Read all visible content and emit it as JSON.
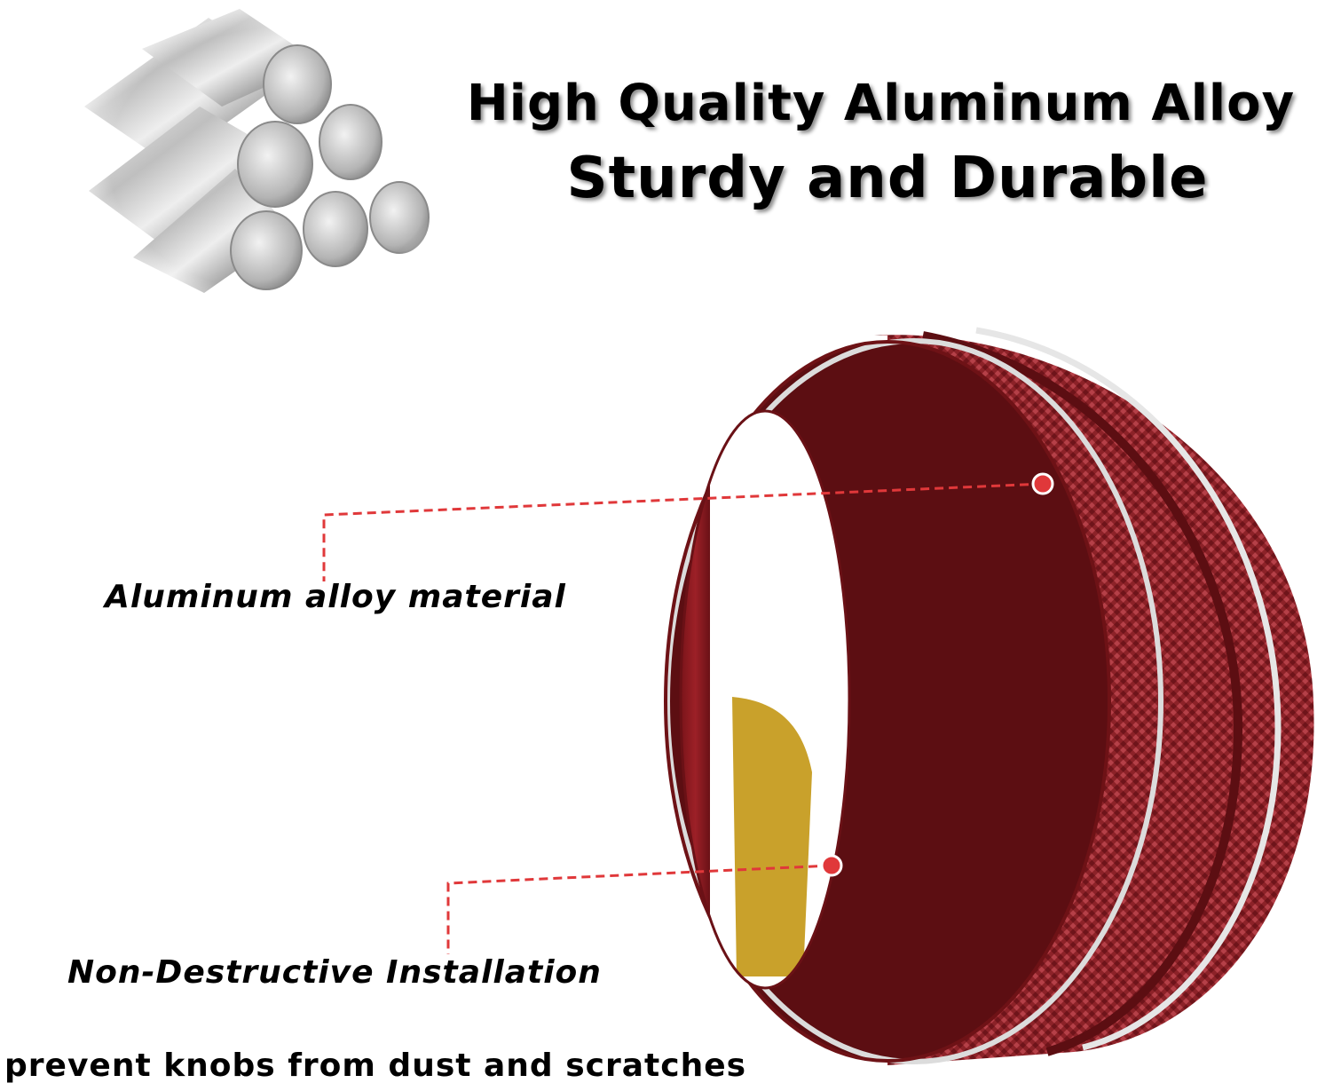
{
  "headline": {
    "line1": "High Quality Aluminum Alloy",
    "line2": "Sturdy and Durable"
  },
  "callouts": {
    "material": "Aluminum alloy material",
    "installation": "Non-Destructive Installation"
  },
  "caption": "prevent knobs from dust and scratches",
  "colors": {
    "ring_red": "#5c0e12",
    "ring_knurl": "#9a2a30",
    "silver_band": "#d8d8d8",
    "adhesive_yellow": "#c9a12b",
    "callout_red": "#e0383a",
    "text": "#000000"
  },
  "images": {
    "aluminum_rods": "aluminum-rods-photo",
    "knob_ring": "red-knob-ring-photo"
  }
}
